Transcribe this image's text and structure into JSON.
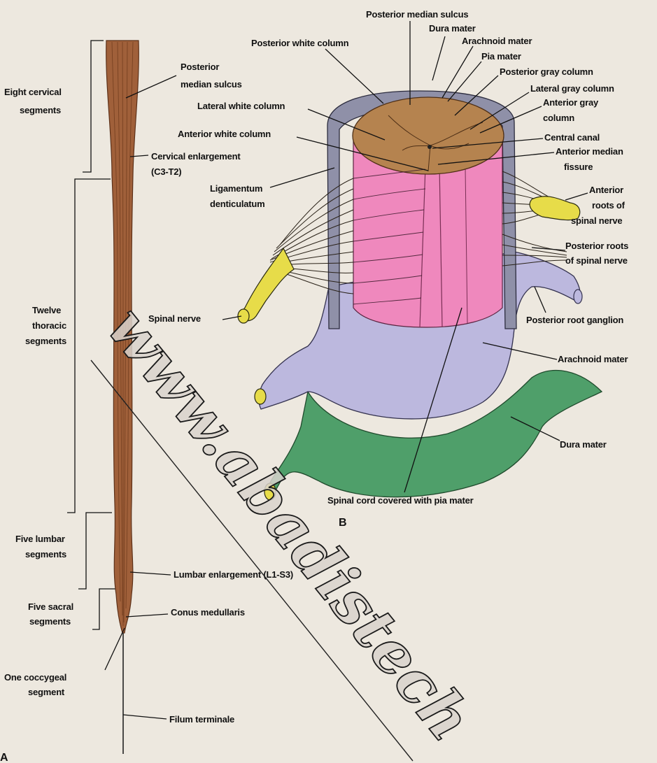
{
  "watermark": "www.abadistech",
  "panel_label_b": "B",
  "panel_label_a": "A",
  "labels": {
    "eight_cervical_1": "Eight cervical",
    "eight_cervical_2": "segments",
    "posterior_median_sulcus_a1": "Posterior",
    "posterior_median_sulcus_a2": "median sulcus",
    "cervical_enlargement_1": "Cervical enlargement",
    "cervical_enlargement_2": "(C3-T2)",
    "twelve_thoracic_1": "Twelve",
    "twelve_thoracic_2": "thoracic",
    "twelve_thoracic_3": "segments",
    "five_lumbar_1": "Five lumbar",
    "five_lumbar_2": "segments",
    "lumbar_enlargement": "Lumbar enlargement (L1-S3)",
    "five_sacral_1": "Five sacral",
    "five_sacral_2": "segments",
    "conus_medullaris": "Conus medullaris",
    "one_coccygeal_1": "One coccygeal",
    "one_coccygeal_2": "segment",
    "filum_terminale": "Filum terminale",
    "posterior_median_sulcus_b": "Posterior median sulcus",
    "dura_mater_top": "Dura mater",
    "posterior_white_column": "Posterior white column",
    "arachnoid_mater_top": "Arachnoid mater",
    "pia_mater": "Pia mater",
    "posterior_gray_column": "Posterior gray column",
    "lateral_gray_column": "Lateral gray column",
    "lateral_white_column": "Lateral white column",
    "anterior_gray_column_1": "Anterior gray",
    "anterior_gray_column_2": "column",
    "anterior_white_column": "Anterior white column",
    "central_canal": "Central canal",
    "anterior_median_fissure_1": "Anterior median",
    "anterior_median_fissure_2": "fissure",
    "ligamentum_1": "Ligamentum",
    "ligamentum_2": "denticulatum",
    "anterior_roots_1": "Anterior",
    "anterior_roots_2": "roots of",
    "anterior_roots_3": "spinal nerve",
    "posterior_roots_1": "Posterior roots",
    "posterior_roots_2": "of spinal nerve",
    "spinal_nerve": "Spinal nerve",
    "posterior_root_ganglion": "Posterior root ganglion",
    "arachnoid_mater_bottom": "Arachnoid mater",
    "dura_mater_bottom": "Dura mater",
    "spinal_cord_covered": "Spinal cord covered with pia mater"
  },
  "colors": {
    "cord": "#a0603a",
    "gray_matter": "#b5834f",
    "pia": "#ef88bd",
    "arachnoid": "#bcb8de",
    "dura": "#4f9f6a",
    "dura_top": "#8f90a8",
    "nerve": "#e7dc49",
    "background": "#ede8df"
  }
}
